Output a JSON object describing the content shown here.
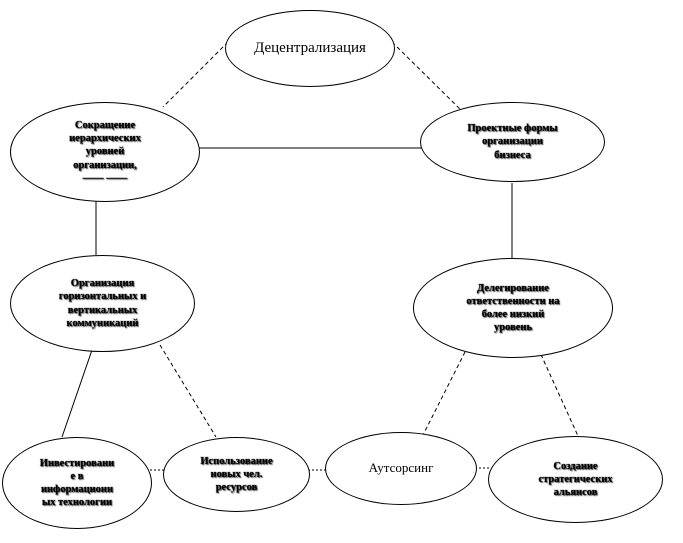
{
  "nodes": {
    "decentralization": "Децентрализация",
    "hierarchy_reduction": "Сокращение\nиерархических\nуровней\nорганизации,\n—— ——",
    "project_forms": "Проектные формы\nорганизации\nбизнеса",
    "horizontal_vertical": "Организация\nгоризонтальных  и\nвертикальных\nкоммуникаций",
    "delegation": "Делегирование\nответственности  на\nболее низкий\nуровень",
    "it_investment": "Инвестировани\nе в\nинформационн\nых технологии",
    "human_resources": "Использование\nновых чел.\nресурсов",
    "outsourcing": "Аутсорсинг",
    "strategic_alliances": "Создание\nстратегических\nальянсов"
  }
}
